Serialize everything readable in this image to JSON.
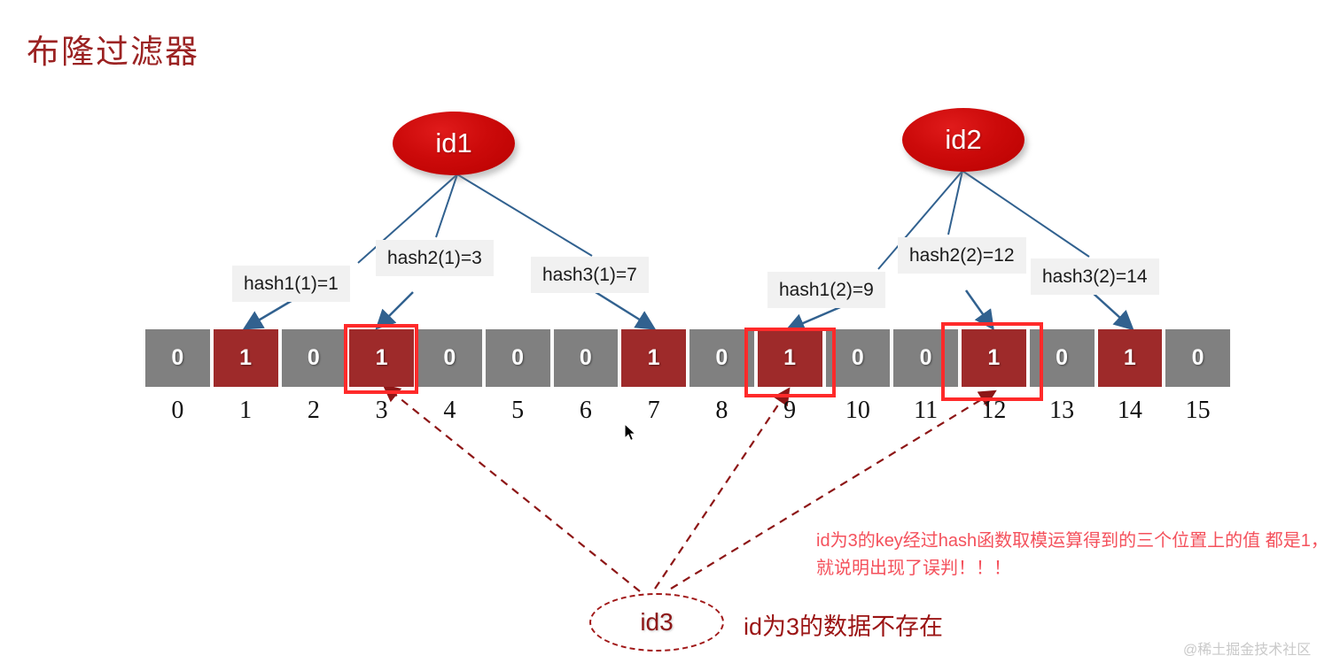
{
  "title": "布隆过滤器",
  "nodes": {
    "id1": "id1",
    "id2": "id2",
    "id3": "id3"
  },
  "hash_labels": {
    "h1_1": "hash1(1)=1",
    "h2_1": "hash2(1)=3",
    "h3_1": "hash3(1)=7",
    "h1_2": "hash1(2)=9",
    "h2_2": "hash2(2)=12",
    "h3_2": "hash3(2)=14"
  },
  "bit_array": {
    "bits": [
      "0",
      "1",
      "0",
      "1",
      "0",
      "0",
      "0",
      "1",
      "0",
      "1",
      "0",
      "0",
      "1",
      "0",
      "1",
      "0"
    ],
    "indices": [
      "0",
      "1",
      "2",
      "3",
      "4",
      "5",
      "6",
      "7",
      "8",
      "9",
      "10",
      "11",
      "12",
      "13",
      "14",
      "15"
    ],
    "highlighted_indices": [
      3,
      9,
      12
    ]
  },
  "annotations": {
    "false_positive_note_line1": "id为3的key经过hash函数取模运算得到的三个位置上的值",
    "false_positive_note_line2": "都是1，就说明出现了误判！！！",
    "id3_note": "id为3的数据不存在"
  },
  "watermark": "@稀土掘金技术社区",
  "colors": {
    "title": "#9b2222",
    "node_fill": "#cc0a0a",
    "bit_zero": "#808080",
    "bit_one": "#9e2a2a",
    "highlight": "#ff2a2a",
    "arrow_blue": "#31618f",
    "arrow_dark_red": "#8d1616",
    "note_red": "#f4515c"
  }
}
